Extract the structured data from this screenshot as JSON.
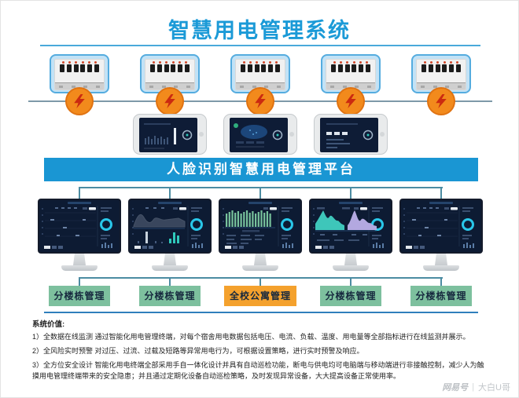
{
  "title": "智慧用电管理系统",
  "banner": "人脸识别智慧用电管理平台",
  "icons": {
    "breaker": "circuit-breaker-panel",
    "power_node": "lightning-bolt-icon",
    "terminal": "mobile-dashboard",
    "workstation": "desktop-dashboard"
  },
  "labels": [
    {
      "text": "分楼栋管理",
      "color": "#7dc09e"
    },
    {
      "text": "分楼栋管理",
      "color": "#7dc09e"
    },
    {
      "text": "全校公寓管理",
      "color": "#f4a12d"
    },
    {
      "text": "分楼栋管理",
      "color": "#7dc09e"
    },
    {
      "text": "分楼栋管理",
      "color": "#7dc09e"
    }
  ],
  "monitors": [
    {
      "variant": "sparse"
    },
    {
      "variant": "line-bars"
    },
    {
      "variant": "bar-grid"
    },
    {
      "variant": "dual-area"
    },
    {
      "variant": "sparse"
    }
  ],
  "system_value": {
    "heading": "系统价值:",
    "items": [
      "1）全数据在线监测  通过智能化用电管理终端，对每个宿舍用电数据包括电压、电流、负载、温度、用电量等全部指标进行在线监测并展示。",
      "2）全风险实时预警  对过压、过流、过载及短路等异常用电行为，可根据设置策略，进行实时预警及响应。",
      "3）全方位安全设计  智能化用电终端全部采用手自一体化设计并具有自动巡检功能，断电与供电均可电脑端与移动端进行非接触控制，减少人为触摸用电管理终端带来的安全隐患；并且通过定期化设备自动巡检策略，及时发现异常设备，大大提高设备正常使用率。"
    ]
  },
  "watermark": {
    "source": "网易号",
    "divider": "|",
    "author": "大白U哥"
  },
  "colors": {
    "title_blue": "#1b9ad7",
    "banner_blue": "#1a96d3",
    "bus_teal": "#4c8ca2",
    "bus_gray": "#7e99a8",
    "breaker_border": "#55acdf",
    "bolt_orange": "#f28a1c",
    "bolt_red": "#cb2a10",
    "label_green": "#7dc09e",
    "label_orange": "#f4a12d",
    "separator_blue": "#2f7fbc",
    "screen_navy": "#0d1b33",
    "ring_cyan": "#29c7e9"
  }
}
